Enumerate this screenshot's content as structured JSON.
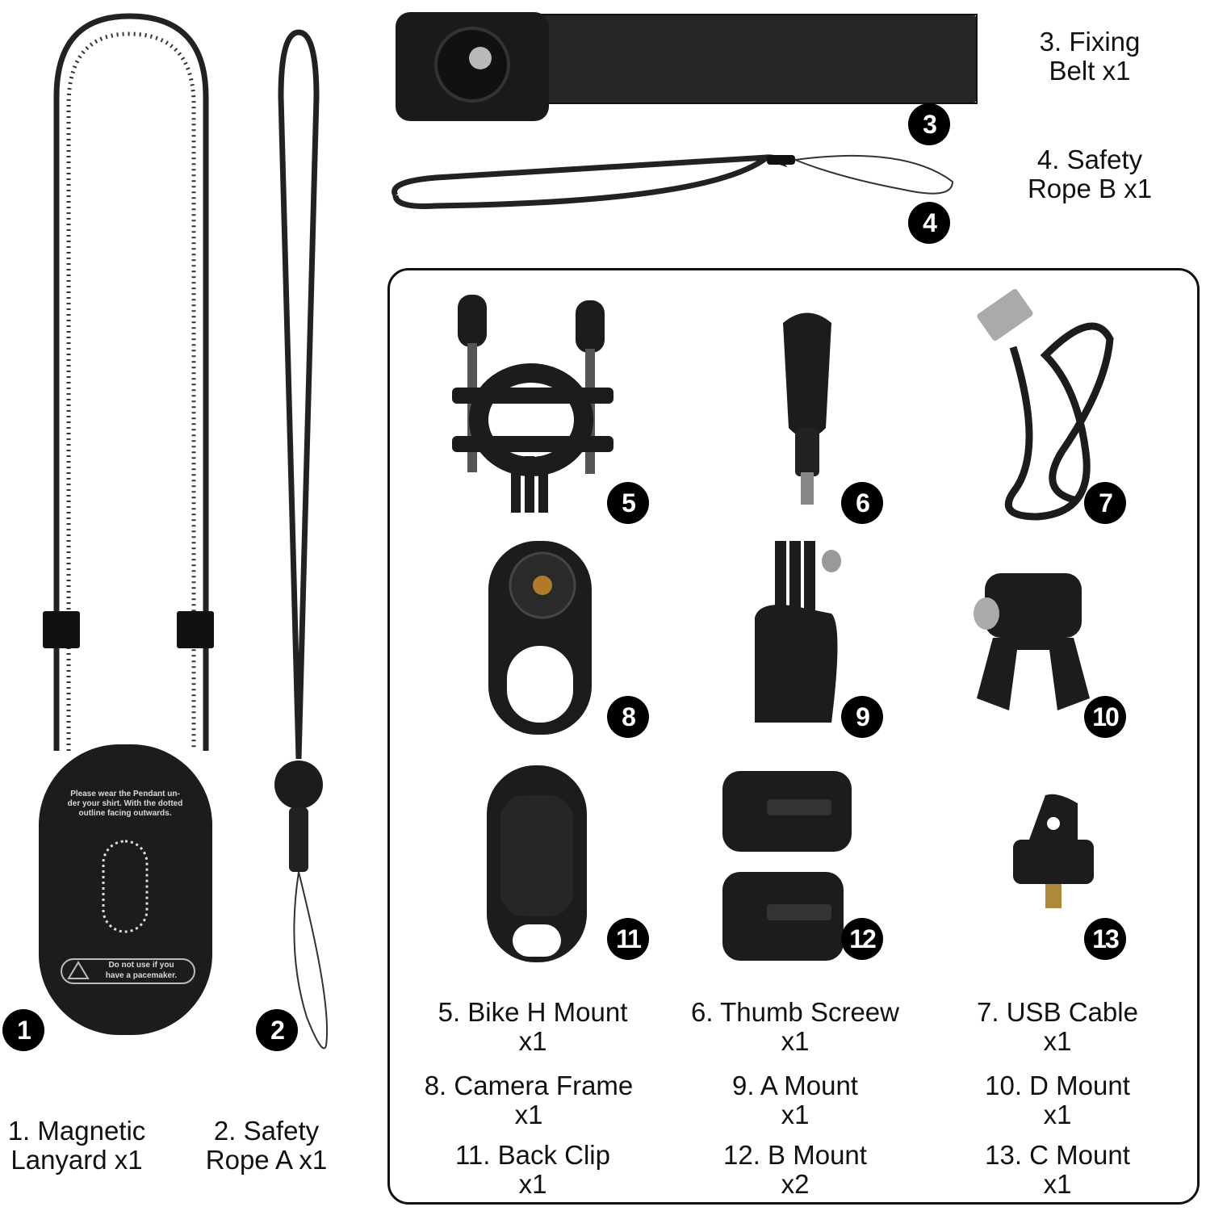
{
  "items": [
    {
      "num": "1",
      "line1": "1. Magnetic",
      "line2": "Lanyard x1",
      "icon": "magnetic-lanyard"
    },
    {
      "num": "2",
      "line1": "2. Safety",
      "line2": "Rope A x1",
      "icon": "safety-rope-a"
    },
    {
      "num": "3",
      "line1": "3. Fixing",
      "line2": "Belt x1",
      "icon": "fixing-belt"
    },
    {
      "num": "4",
      "line1": "4. Safety",
      "line2": "Rope B x1",
      "icon": "safety-rope-b"
    },
    {
      "num": "5",
      "line1": "5. Bike H Mount",
      "line2": "x1",
      "icon": "bike-h-mount"
    },
    {
      "num": "6",
      "line1": "6. Thumb Screew",
      "line2": "x1",
      "icon": "thumb-screw"
    },
    {
      "num": "7",
      "line1": "7. USB Cable",
      "line2": "x1",
      "icon": "usb-cable"
    },
    {
      "num": "8",
      "line1": "8. Camera Frame",
      "line2": "x1",
      "icon": "camera-frame"
    },
    {
      "num": "9",
      "line1": "9. A Mount",
      "line2": "x1",
      "icon": "a-mount"
    },
    {
      "num": "10",
      "line1": "10. D Mount",
      "line2": "x1",
      "icon": "d-mount"
    },
    {
      "num": "11",
      "line1": "11. Back Clip",
      "line2": "x1",
      "icon": "back-clip"
    },
    {
      "num": "12",
      "line1": "12. B Mount",
      "line2": "x2",
      "icon": "b-mount"
    },
    {
      "num": "13",
      "line1": "13. C Mount",
      "line2": "x1",
      "icon": "c-mount"
    }
  ],
  "pendant": {
    "instruction": [
      "Please wear the Pendant un-",
      "der your shirt. With the dotted",
      "outline facing outwards."
    ],
    "warning": [
      "Do not use if you",
      "have a pacemaker."
    ]
  },
  "colors": {
    "product": "#1c1c1c",
    "badge": "#000000",
    "text": "#111111"
  }
}
